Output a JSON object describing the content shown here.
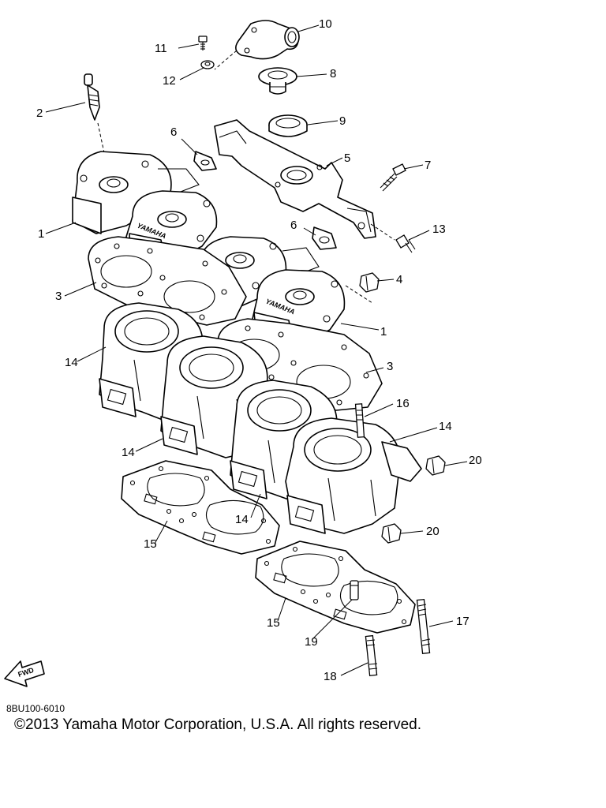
{
  "diagram": {
    "part_code": "8BU100-6010",
    "copyright": "©2013 Yamaha Motor Corporation, U.S.A. All rights reserved.",
    "fwd_label": "FWD",
    "brand_mark": "YAMAHA",
    "callouts": [
      "1",
      "2",
      "3",
      "4",
      "5",
      "6",
      "7",
      "8",
      "9",
      "10",
      "11",
      "12",
      "13",
      "14",
      "15",
      "16",
      "17",
      "18",
      "19",
      "20"
    ]
  }
}
